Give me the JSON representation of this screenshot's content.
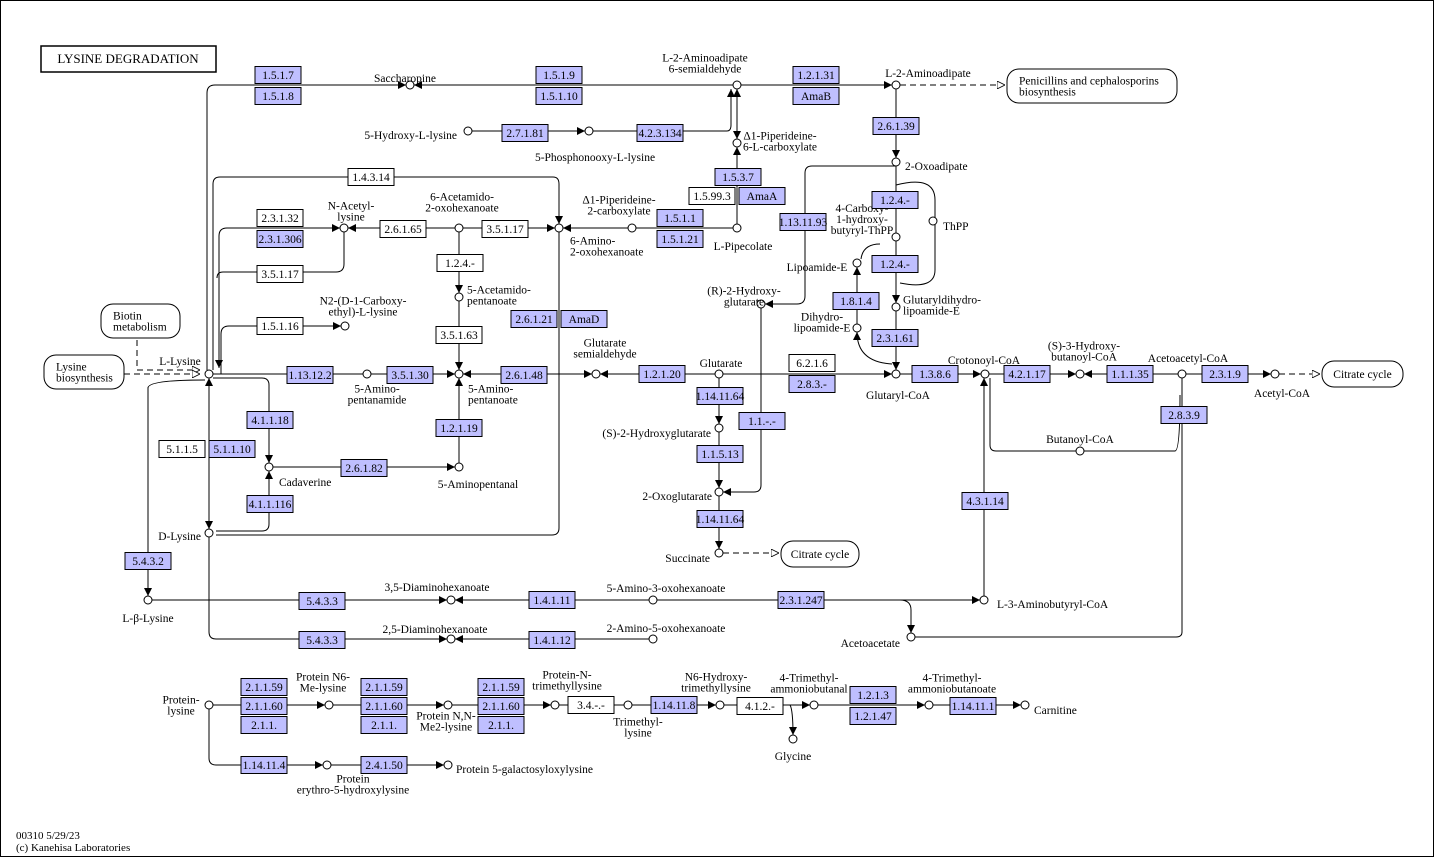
{
  "title": "LYSINE  DEGRADATION",
  "footer": {
    "map_id": "00310 5/29/23",
    "copyright": "(c) Kanehisa Laboratories"
  },
  "colors": {
    "gene_fill": "#bfbfff",
    "plain_fill": "#ffffff",
    "line": "#000000"
  },
  "enzymes": [
    {
      "label": "1.5.1.7",
      "hl": true
    },
    {
      "label": "1.5.1.8",
      "hl": true
    },
    {
      "label": "1.5.1.9",
      "hl": true
    },
    {
      "label": "1.5.1.10",
      "hl": true
    },
    {
      "label": "1.2.1.31",
      "hl": true
    },
    {
      "label": "AmaB",
      "hl": true
    },
    {
      "label": "2.7.1.81",
      "hl": true
    },
    {
      "label": "4.2.3.134",
      "hl": true
    },
    {
      "label": "2.6.1.39",
      "hl": true
    },
    {
      "label": "1.5.3.7",
      "hl": true
    },
    {
      "label": "1.5.99.3",
      "hl": false
    },
    {
      "label": "AmaA",
      "hl": true
    },
    {
      "label": "1.4.3.14",
      "hl": false
    },
    {
      "label": "2.3.1.32",
      "hl": false
    },
    {
      "label": "2.3.1.306",
      "hl": true
    },
    {
      "label": "2.6.1.65",
      "hl": false
    },
    {
      "label": "3.5.1.17",
      "hl": false
    },
    {
      "label": "1.5.1.1",
      "hl": true
    },
    {
      "label": "1.5.1.21",
      "hl": true
    },
    {
      "label": "1.13.11.93",
      "hl": true
    },
    {
      "label": "1.2.4.-",
      "hl": true
    },
    {
      "label": "1.2.4.-",
      "hl": true
    },
    {
      "label": "3.5.1.17",
      "hl": false
    },
    {
      "label": "1.2.4.-",
      "hl": false
    },
    {
      "label": "1.5.1.16",
      "hl": false
    },
    {
      "label": "2.6.1.21",
      "hl": true
    },
    {
      "label": "AmaD",
      "hl": true
    },
    {
      "label": "3.5.1.63",
      "hl": false
    },
    {
      "label": "1.8.1.4",
      "hl": true
    },
    {
      "label": "2.3.1.61",
      "hl": true
    },
    {
      "label": "6.2.1.6",
      "hl": false
    },
    {
      "label": "2.8.3.-",
      "hl": true
    },
    {
      "label": "1.13.12.2",
      "hl": true
    },
    {
      "label": "3.5.1.30",
      "hl": true
    },
    {
      "label": "2.6.1.48",
      "hl": true
    },
    {
      "label": "1.2.1.20",
      "hl": true
    },
    {
      "label": "1.3.8.6",
      "hl": true
    },
    {
      "label": "4.2.1.17",
      "hl": true
    },
    {
      "label": "1.1.1.35",
      "hl": true
    },
    {
      "label": "2.3.1.9",
      "hl": true
    },
    {
      "label": "1.14.11.64",
      "hl": true
    },
    {
      "label": "2.8.3.9",
      "hl": true
    },
    {
      "label": "4.1.1.18",
      "hl": true
    },
    {
      "label": "1.2.1.19",
      "hl": true
    },
    {
      "label": "1.1.-.-",
      "hl": true
    },
    {
      "label": "5.1.1.5",
      "hl": false
    },
    {
      "label": "5.1.1.10",
      "hl": true
    },
    {
      "label": "2.6.1.82",
      "hl": true
    },
    {
      "label": "1.1.5.13",
      "hl": true
    },
    {
      "label": "4.1.1.116",
      "hl": true
    },
    {
      "label": "4.3.1.14",
      "hl": true
    },
    {
      "label": "1.14.11.64",
      "hl": true
    },
    {
      "label": "5.4.3.2",
      "hl": true
    },
    {
      "label": "5.4.3.3",
      "hl": true
    },
    {
      "label": "1.4.1.11",
      "hl": true
    },
    {
      "label": "2.3.1.247",
      "hl": true
    },
    {
      "label": "5.4.3.3",
      "hl": true
    },
    {
      "label": "1.4.1.12",
      "hl": true
    },
    {
      "label": "2.1.1.59",
      "hl": true
    },
    {
      "label": "2.1.1.60",
      "hl": true
    },
    {
      "label": "2.1.1.",
      "hl": true
    },
    {
      "label": "2.1.1.59",
      "hl": true
    },
    {
      "label": "2.1.1.60",
      "hl": true
    },
    {
      "label": "2.1.1.",
      "hl": true
    },
    {
      "label": "2.1.1.59",
      "hl": true
    },
    {
      "label": "2.1.1.60",
      "hl": true
    },
    {
      "label": "2.1.1.",
      "hl": true
    },
    {
      "label": "3.4.-.-",
      "hl": false
    },
    {
      "label": "1.14.11.8",
      "hl": true
    },
    {
      "label": "4.1.2.-",
      "hl": false
    },
    {
      "label": "1.2.1.3",
      "hl": true
    },
    {
      "label": "1.2.1.47",
      "hl": true
    },
    {
      "label": "1.14.11.1",
      "hl": true
    },
    {
      "label": "1.14.11.4",
      "hl": true
    },
    {
      "label": "2.4.1.50",
      "hl": true
    }
  ],
  "compounds": [
    {
      "lines": [
        "Saccharopine"
      ]
    },
    {
      "lines": [
        "L-2-Aminoadipate",
        "6-semialdehyde"
      ]
    },
    {
      "lines": [
        "L-2-Aminoadipate"
      ]
    },
    {
      "lines": [
        "5-Hydroxy-L-lysine"
      ]
    },
    {
      "lines": [
        "5-Phosphonooxy-L-lysine"
      ]
    },
    {
      "lines": [
        "Δ1-Piperideine-",
        "6-L-carboxylate"
      ]
    },
    {
      "lines": [
        "2-Oxoadipate"
      ]
    },
    {
      "lines": [
        "ThPP"
      ]
    },
    {
      "lines": [
        "4-Carboxy-",
        "1-hydroxy-",
        "butyryl-ThPP"
      ]
    },
    {
      "lines": [
        "N-Acetyl-",
        "lysine"
      ]
    },
    {
      "lines": [
        "6-Acetamido-",
        "2-oxohexanoate"
      ]
    },
    {
      "lines": [
        "Δ1-Piperideine-",
        "2-carboxylate"
      ]
    },
    {
      "lines": [
        "6-Amino-",
        "2-oxohexanoate"
      ]
    },
    {
      "lines": [
        "L-Pipecolate"
      ]
    },
    {
      "lines": [
        "Lipoamide-E"
      ]
    },
    {
      "lines": [
        "Glutaryldihydro-",
        "lipoamide-E"
      ]
    },
    {
      "lines": [
        "Dihydro-",
        "lipoamide-E"
      ]
    },
    {
      "lines": [
        "N2-(D-1-Carboxy-",
        "ethyl)-L-lysine"
      ]
    },
    {
      "lines": [
        "5-Acetamido-",
        "pentanoate"
      ]
    },
    {
      "lines": [
        "(R)-2-Hydroxy-",
        "glutarate"
      ]
    },
    {
      "lines": [
        "L-Lysine"
      ]
    },
    {
      "lines": [
        "5-Amino-",
        "pentanamide"
      ]
    },
    {
      "lines": [
        "5-Amino-",
        "pentanoate"
      ]
    },
    {
      "lines": [
        "Glutarate",
        "semialdehyde"
      ]
    },
    {
      "lines": [
        "Glutarate"
      ]
    },
    {
      "lines": [
        "Glutaryl-CoA"
      ]
    },
    {
      "lines": [
        "Crotonoyl-CoA"
      ]
    },
    {
      "lines": [
        "(S)-3-Hydroxy-",
        "butanoyl-CoA"
      ]
    },
    {
      "lines": [
        "Acetoacetyl-CoA"
      ]
    },
    {
      "lines": [
        "Acetyl-CoA"
      ]
    },
    {
      "lines": [
        "(S)-2-Hydroxyglutarate"
      ]
    },
    {
      "lines": [
        "Butanoyl-CoA"
      ]
    },
    {
      "lines": [
        "Cadaverine"
      ]
    },
    {
      "lines": [
        "5-Aminopentanal"
      ]
    },
    {
      "lines": [
        "2-Oxoglutarate"
      ]
    },
    {
      "lines": [
        "D-Lysine"
      ]
    },
    {
      "lines": [
        "Succinate"
      ]
    },
    {
      "lines": [
        "L-β-Lysine"
      ]
    },
    {
      "lines": [
        "3,5-Diaminohexanoate"
      ]
    },
    {
      "lines": [
        "5-Amino-3-oxohexanoate"
      ]
    },
    {
      "lines": [
        "L-3-Aminobutyryl-CoA"
      ]
    },
    {
      "lines": [
        "2,5-Diaminohexanoate"
      ]
    },
    {
      "lines": [
        "2-Amino-5-oxohexanoate"
      ]
    },
    {
      "lines": [
        "Acetoacetate"
      ]
    },
    {
      "lines": [
        "Protein-",
        "lysine"
      ]
    },
    {
      "lines": [
        "Protein N6-",
        "Me-lysine"
      ]
    },
    {
      "lines": [
        "Protein N,N-",
        "Me2-lysine"
      ]
    },
    {
      "lines": [
        "Protein-N-",
        "trimethyllysine"
      ]
    },
    {
      "lines": [
        "Trimethyl-",
        "lysine"
      ]
    },
    {
      "lines": [
        "N6-Hydroxy-",
        "trimethyllysine"
      ]
    },
    {
      "lines": [
        "4-Trimethyl-",
        "ammoniobutanal"
      ]
    },
    {
      "lines": [
        "Glycine"
      ]
    },
    {
      "lines": [
        "4-Trimethyl-",
        "ammoniobutanoate"
      ]
    },
    {
      "lines": [
        "Carnitine"
      ]
    },
    {
      "lines": [
        "Protein",
        "erythro-5-hydroxylysine"
      ]
    },
    {
      "lines": [
        "Protein 5-galactosyloxylysine"
      ]
    }
  ],
  "maps": [
    {
      "lines": [
        "Penicillins and cephalosporins",
        "biosynthesis"
      ]
    },
    {
      "lines": [
        "Biotin",
        "metabolism"
      ]
    },
    {
      "lines": [
        "Lysine",
        "biosynthesis"
      ]
    },
    {
      "lines": [
        "Citrate cycle"
      ]
    },
    {
      "lines": [
        "Citrate cycle"
      ]
    }
  ]
}
